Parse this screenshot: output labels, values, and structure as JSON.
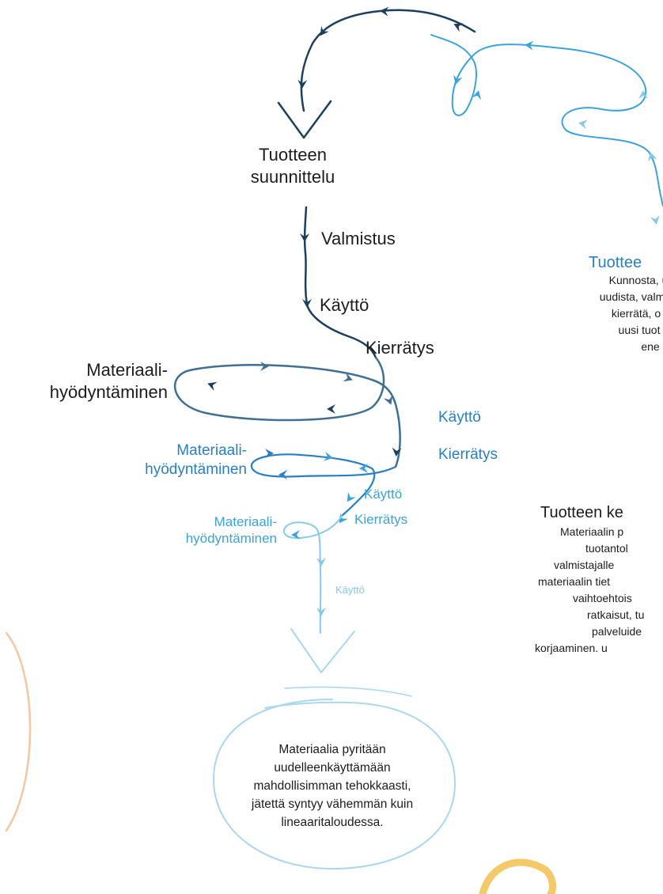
{
  "colors": {
    "navy": "#1d3f5e",
    "steel": "#3f6f93",
    "blue": "#2a7fc4",
    "sky": "#3ba3da",
    "light": "#86c9ec",
    "pale": "#a9d7f0",
    "peach": "#f3c7a6",
    "gold": "#f3c969",
    "text": "#1c1c1c"
  },
  "labels": {
    "design_line1": "Tuotteen",
    "design_line2": "suunnittelu",
    "manufacture": "Valmistus",
    "use1": "Käyttö",
    "recycle1": "Kierrätys",
    "material1_line1": "Materiaali-",
    "material1_line2": "hyödyntäminen",
    "use2": "Käyttö",
    "recycle2": "Kierrätys",
    "material2_line1": "Materiaali-",
    "material2_line2": "hyödyntäminen",
    "use3": "Käyttö",
    "recycle3": "Kierrätys",
    "material3_line1": "Materiaali-",
    "material3_line2": "hyödyntäminen",
    "use4": "Käyttö"
  },
  "right_panel": {
    "heading1": "Tuottee",
    "text1": [
      "Kunnosta, u",
      "uudista, valm",
      "kierrätä, o",
      "uusi tuot",
      "ene"
    ],
    "heading2": "Tuotteen ke",
    "text2": [
      "Materiaalin p",
      "tuotantol",
      "valmistajalle",
      "materiaalin tiet",
      "vaihtoehtois",
      "ratkaisut, tu",
      "palveluide",
      "korjaaminen. u"
    ]
  },
  "bubble": {
    "lines": [
      "Materiaalia pyritään",
      "uudelleenkäyttämään",
      "mahdollisimman tehokkaasti,",
      "jätettä syntyy vähemmän kuin",
      "lineaaritaloudessa."
    ]
  }
}
